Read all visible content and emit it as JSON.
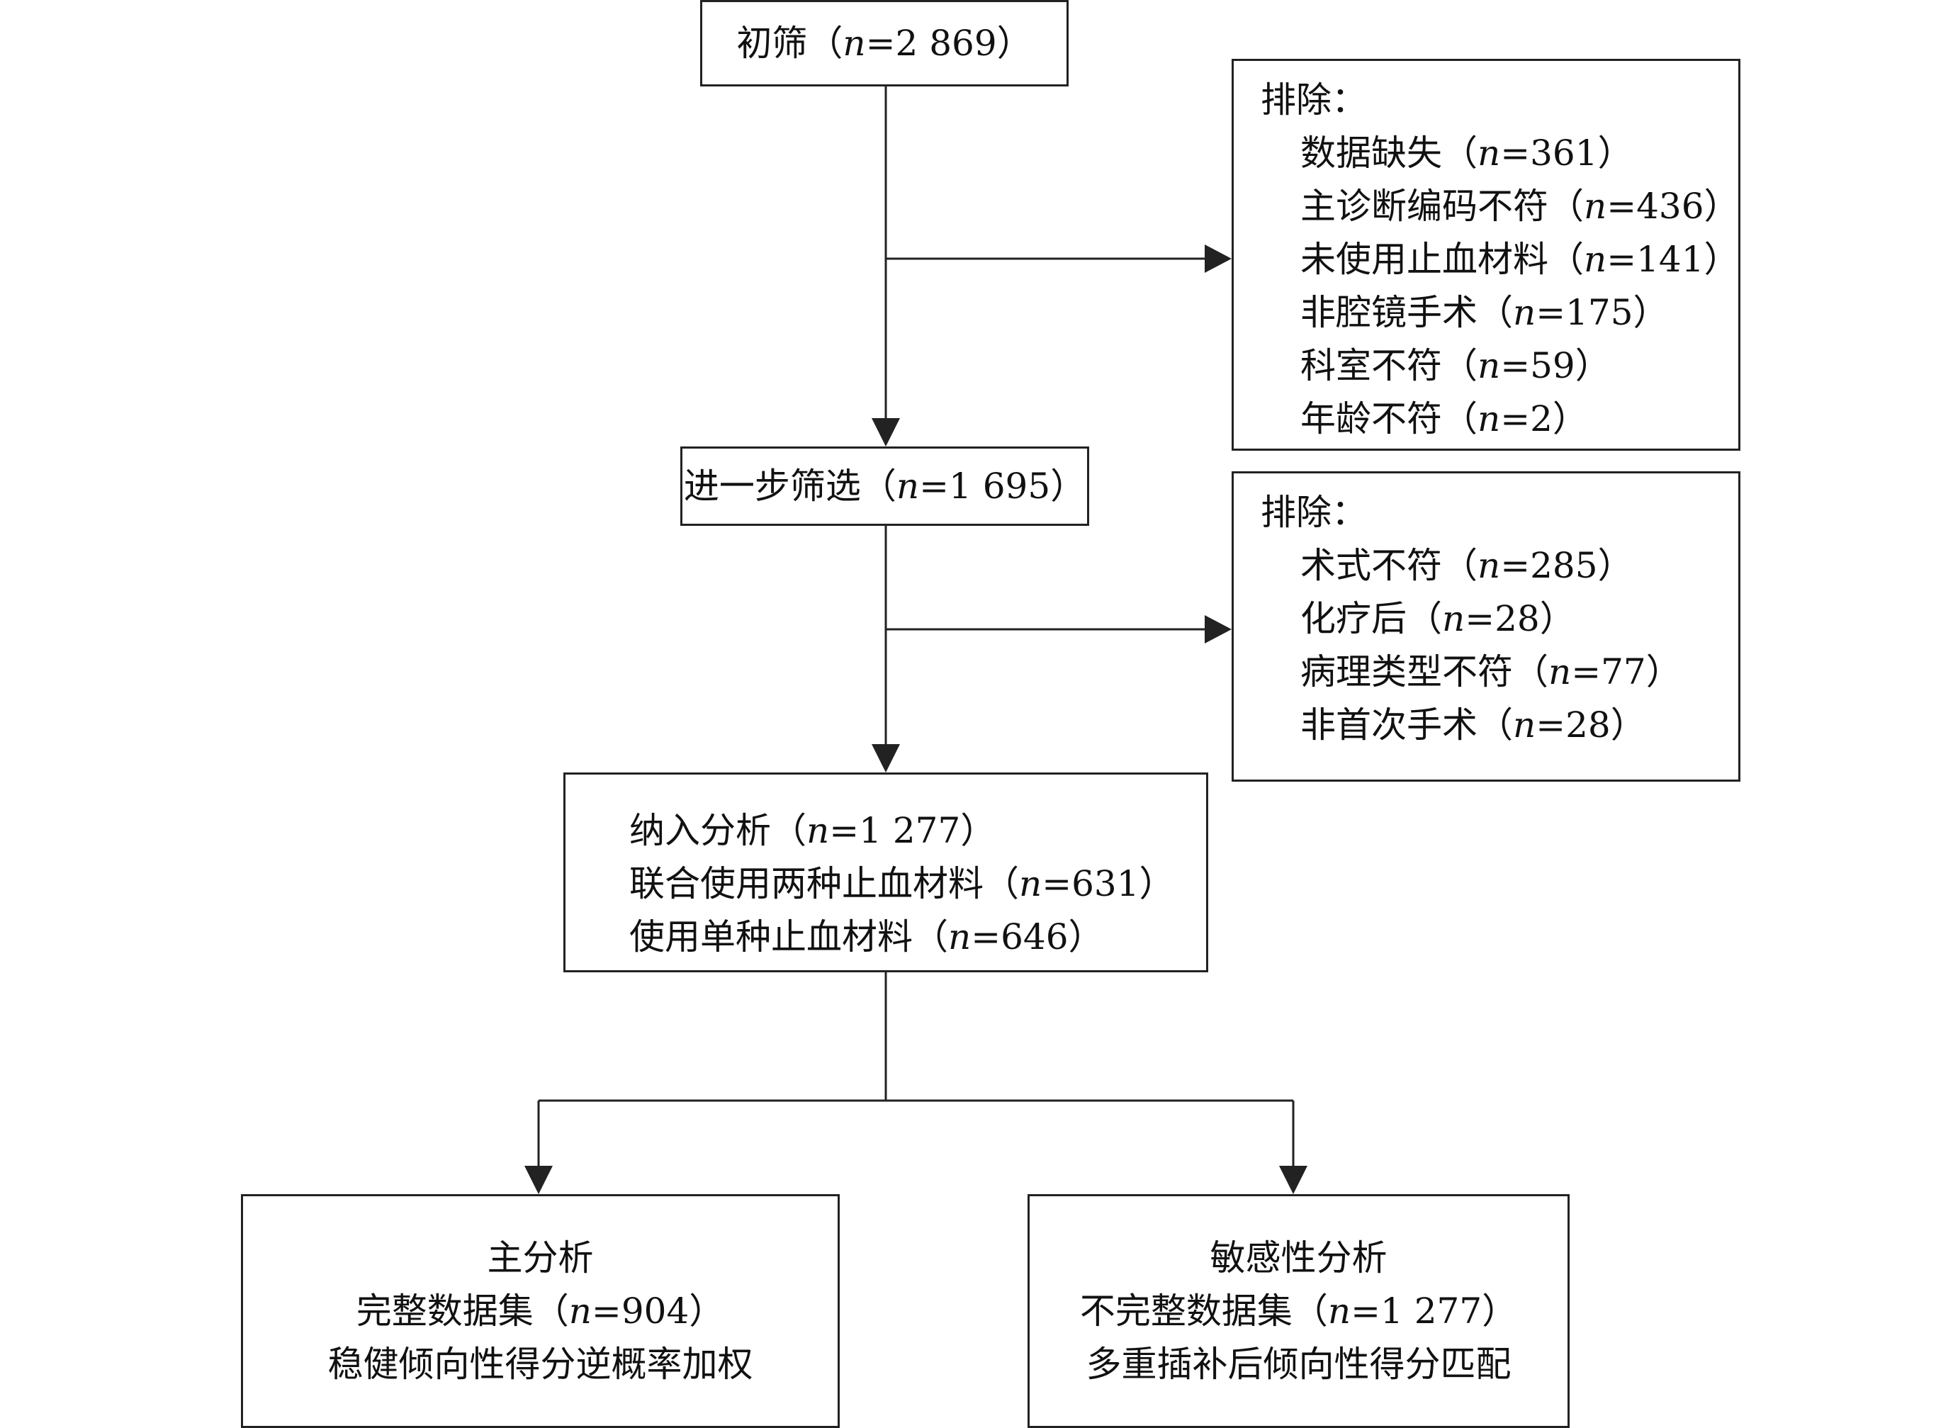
{
  "nodes": {
    "initial_screen": {
      "label": "初筛",
      "n": "2 869"
    },
    "exclusion_1": {
      "heading": "排除：",
      "items": [
        {
          "label": "数据缺失",
          "n": "361"
        },
        {
          "label": "主诊断编码不符",
          "n": "436"
        },
        {
          "label": "未使用止血材料",
          "n": "141"
        },
        {
          "label": "非腔镜手术",
          "n": "175"
        },
        {
          "label": "科室不符",
          "n": "59"
        },
        {
          "label": "年龄不符",
          "n": "2"
        }
      ]
    },
    "further_screen": {
      "label": "进一步筛选",
      "n": "1 695"
    },
    "exclusion_2": {
      "heading": "排除：",
      "items": [
        {
          "label": "术式不符",
          "n": "285"
        },
        {
          "label": "化疗后",
          "n": "28"
        },
        {
          "label": "病理类型不符",
          "n": "77"
        },
        {
          "label": "非首次手术",
          "n": "28"
        }
      ]
    },
    "included": {
      "lines": [
        {
          "label": "纳入分析",
          "n": "1 277"
        },
        {
          "label": "联合使用两种止血材料",
          "n": "631"
        },
        {
          "label": "使用单种止血材料",
          "n": "646"
        }
      ]
    },
    "main_analysis": {
      "title": "主分析",
      "dataset": {
        "label": "完整数据集",
        "n": "904"
      },
      "method": "稳健倾向性得分逆概率加权"
    },
    "sensitivity_analysis": {
      "title": "敏感性分析",
      "dataset": {
        "label": "不完整数据集",
        "n": "1 277"
      },
      "method": "多重插补后倾向性得分匹配"
    }
  },
  "symbols": {
    "n_var": "n",
    "eq": "=",
    "open": "（",
    "close": "）"
  },
  "colors": {
    "stroke": "#222222",
    "text": "#111111",
    "background": "#ffffff"
  }
}
